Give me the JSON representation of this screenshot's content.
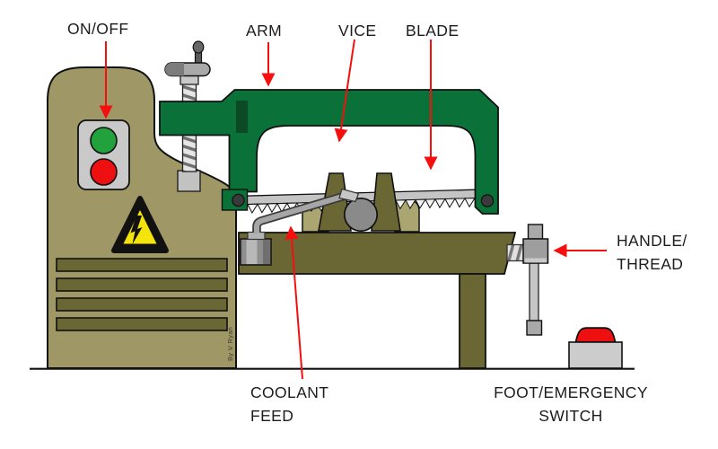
{
  "labels": {
    "on_off": "ON/OFF",
    "arm": "ARM",
    "vice": "VICE",
    "blade": "BLADE",
    "handle_thread_line1": "HANDLE/",
    "handle_thread_line2": "THREAD",
    "coolant_line1": "COOLANT",
    "coolant_line2": "FEED",
    "foot_line1": "FOOT/EMERGENCY",
    "foot_line2": "SWITCH"
  },
  "credit": "By V Ryan",
  "parts": [
    "machine-body",
    "on-off-buttons",
    "warning-triangle",
    "vent-slots",
    "threaded-rod",
    "rod-handwheel",
    "arm",
    "blade",
    "vice-jaws",
    "workpiece",
    "machine-bed",
    "bed-leg",
    "coolant-pump",
    "coolant-pipe",
    "feed-handle-thread",
    "foot-emergency-switch",
    "ground-line"
  ],
  "colors": {
    "body": "#9f9866",
    "olive_dark": "#6b6734",
    "olive_light": "#aba671",
    "green": "#0a7238",
    "green_dark": "#0b4a24",
    "panel_gray": "#c9c9c9",
    "button_green": "#21a23c",
    "button_red": "#ee1010",
    "warning_yellow": "#f2e40c",
    "blade_gray": "#c4c4c4",
    "workpiece_gray": "#8a8a8a",
    "pipe_gray": "#a6a6a6",
    "arrow_red": "#f50f0f",
    "text": "#1c1c1c"
  }
}
